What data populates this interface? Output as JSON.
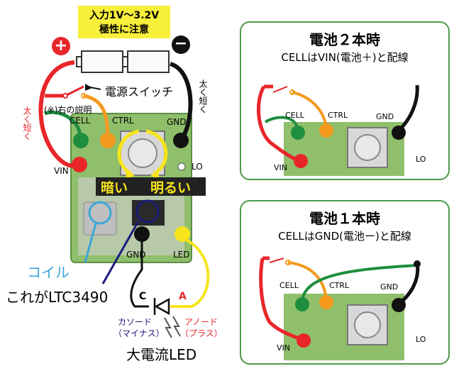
{
  "warning": {
    "line1": "入力1V～3.2V",
    "line2": "極性に注意"
  },
  "polarity": {
    "plus": "+",
    "minus": "−"
  },
  "switch_label": "電源スイッチ",
  "note_label": "(※)右の説明",
  "thick_short_left": "太く短く",
  "thick_short_right": "太く短く",
  "pins": {
    "cell": "CELL",
    "ctrl": "CTRL",
    "gnd": "GND",
    "vin": "VIN",
    "lo": "LO",
    "gnd2": "GND",
    "led": "LED"
  },
  "brightness": {
    "dark": "暗い",
    "bright": "明るい"
  },
  "coil_label": "コイル",
  "ltc_label": "これがLTC3490",
  "led_diode": {
    "cathode_letter": "C",
    "anode_letter": "A",
    "cathode": "カソード",
    "cathode_note": "（マイナス）",
    "anode": "アノード",
    "anode_note": "（プラス）"
  },
  "big_led_label": "大電流LED",
  "panel_two": {
    "title": "電池２本時",
    "subtitle": "CELLはVIN(電池＋)と配線",
    "cell": "CELL",
    "ctrl": "CTRL",
    "gnd": "GND",
    "vin": "VIN",
    "lo": "LO"
  },
  "panel_one": {
    "title": "電池１本時",
    "subtitle": "CELLはGND(電池ー)と配線",
    "cell": "CELL",
    "ctrl": "CTRL",
    "gnd": "GND",
    "vin": "VIN",
    "lo": "LO"
  },
  "colors": {
    "red": "#e8262a",
    "green": "#1e8e3e",
    "orange": "#f39a1e",
    "black": "#111111",
    "yellow": "#f7e41c",
    "board": "#8fbf6a",
    "panel_border": "#4e9a4a",
    "warning_bg": "#f7ef3a",
    "coil_blue": "#3aa7d6",
    "ltc_navy": "#1a1a7a"
  }
}
